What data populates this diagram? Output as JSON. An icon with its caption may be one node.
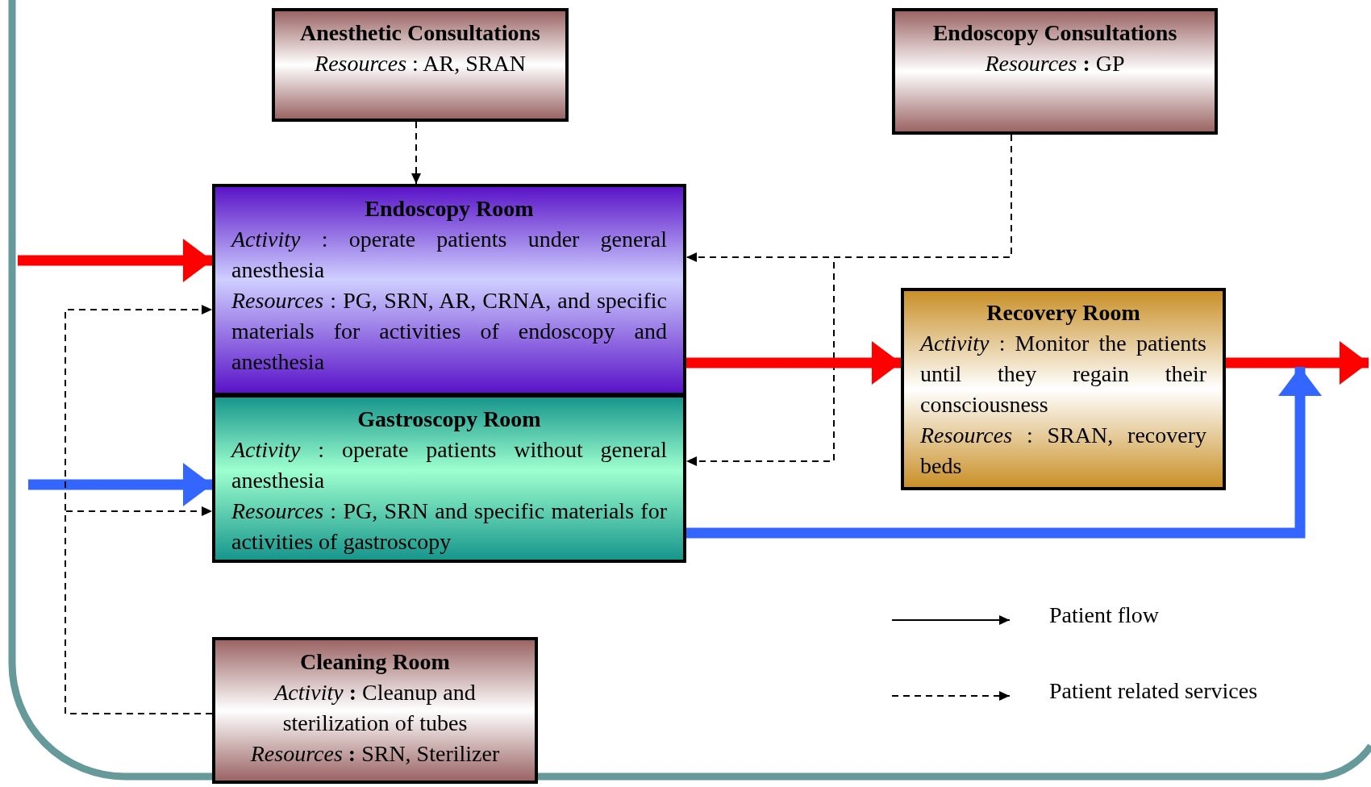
{
  "diagram": {
    "nodes": [
      {
        "text": [
          "Anesthetic Consultations",
          "*Resources* : AR, SRAN"
        ]
      },
      {
        "text": [
          "Endoscopy Consultations",
          "*Resources* **:** GP"
        ]
      },
      {
        "text": [
          "Endoscopy Room",
          "*Activity* : operate patients under general anesthesia",
          "*Resources* : PG, SRN, AR, CRNA, and specific materials for activities of endoscopy and anesthesia"
        ]
      },
      {
        "text": [
          "Gastroscopy Room",
          "*Activity* : operate patients without general anesthesia",
          "*Resources* : PG, SRN and specific materials for activities of gastroscopy"
        ]
      },
      {
        "text": [
          "Recovery Room",
          "*Activity* : Monitor the patients until they regain their consciousness",
          "*Resources* : SRAN, recovery beds"
        ]
      },
      {
        "text": [
          "Cleaning Room",
          "*Activity* **:** Cleanup and sterilization of tubes",
          "*Resources* **:** SRN, Sterilizer"
        ]
      }
    ],
    "edges": [
      {
        "from": null,
        "to": 2,
        "arrow": "to",
        "style": "thick",
        "color": "#ff0000"
      },
      {
        "from": null,
        "to": 3,
        "arrow": "to",
        "style": "thick",
        "color": "#3366ff"
      },
      {
        "from": 0,
        "to": 2,
        "arrow": "to",
        "style": "dashed"
      },
      {
        "from": 1,
        "to": 2,
        "arrow": "to",
        "style": "dashed"
      },
      {
        "from": 1,
        "to": 3,
        "arrow": "to",
        "style": "dashed"
      },
      {
        "from": 5,
        "to": 2,
        "arrow": "to",
        "style": "dashed"
      },
      {
        "from": 5,
        "to": 3,
        "arrow": "to",
        "style": "dashed"
      },
      {
        "from": 2,
        "to": 4,
        "arrow": "to",
        "style": "thick",
        "color": "#ff0000"
      },
      {
        "from": 4,
        "to": null,
        "arrow": "to",
        "style": "thick",
        "color": "#ff0000"
      },
      {
        "from": 3,
        "to": null,
        "arrow": "to",
        "style": "thick",
        "color": "#3366ff"
      }
    ],
    "legend": [
      {
        "text": "Patient flow"
      },
      {
        "text": "Patient related services"
      }
    ]
  }
}
